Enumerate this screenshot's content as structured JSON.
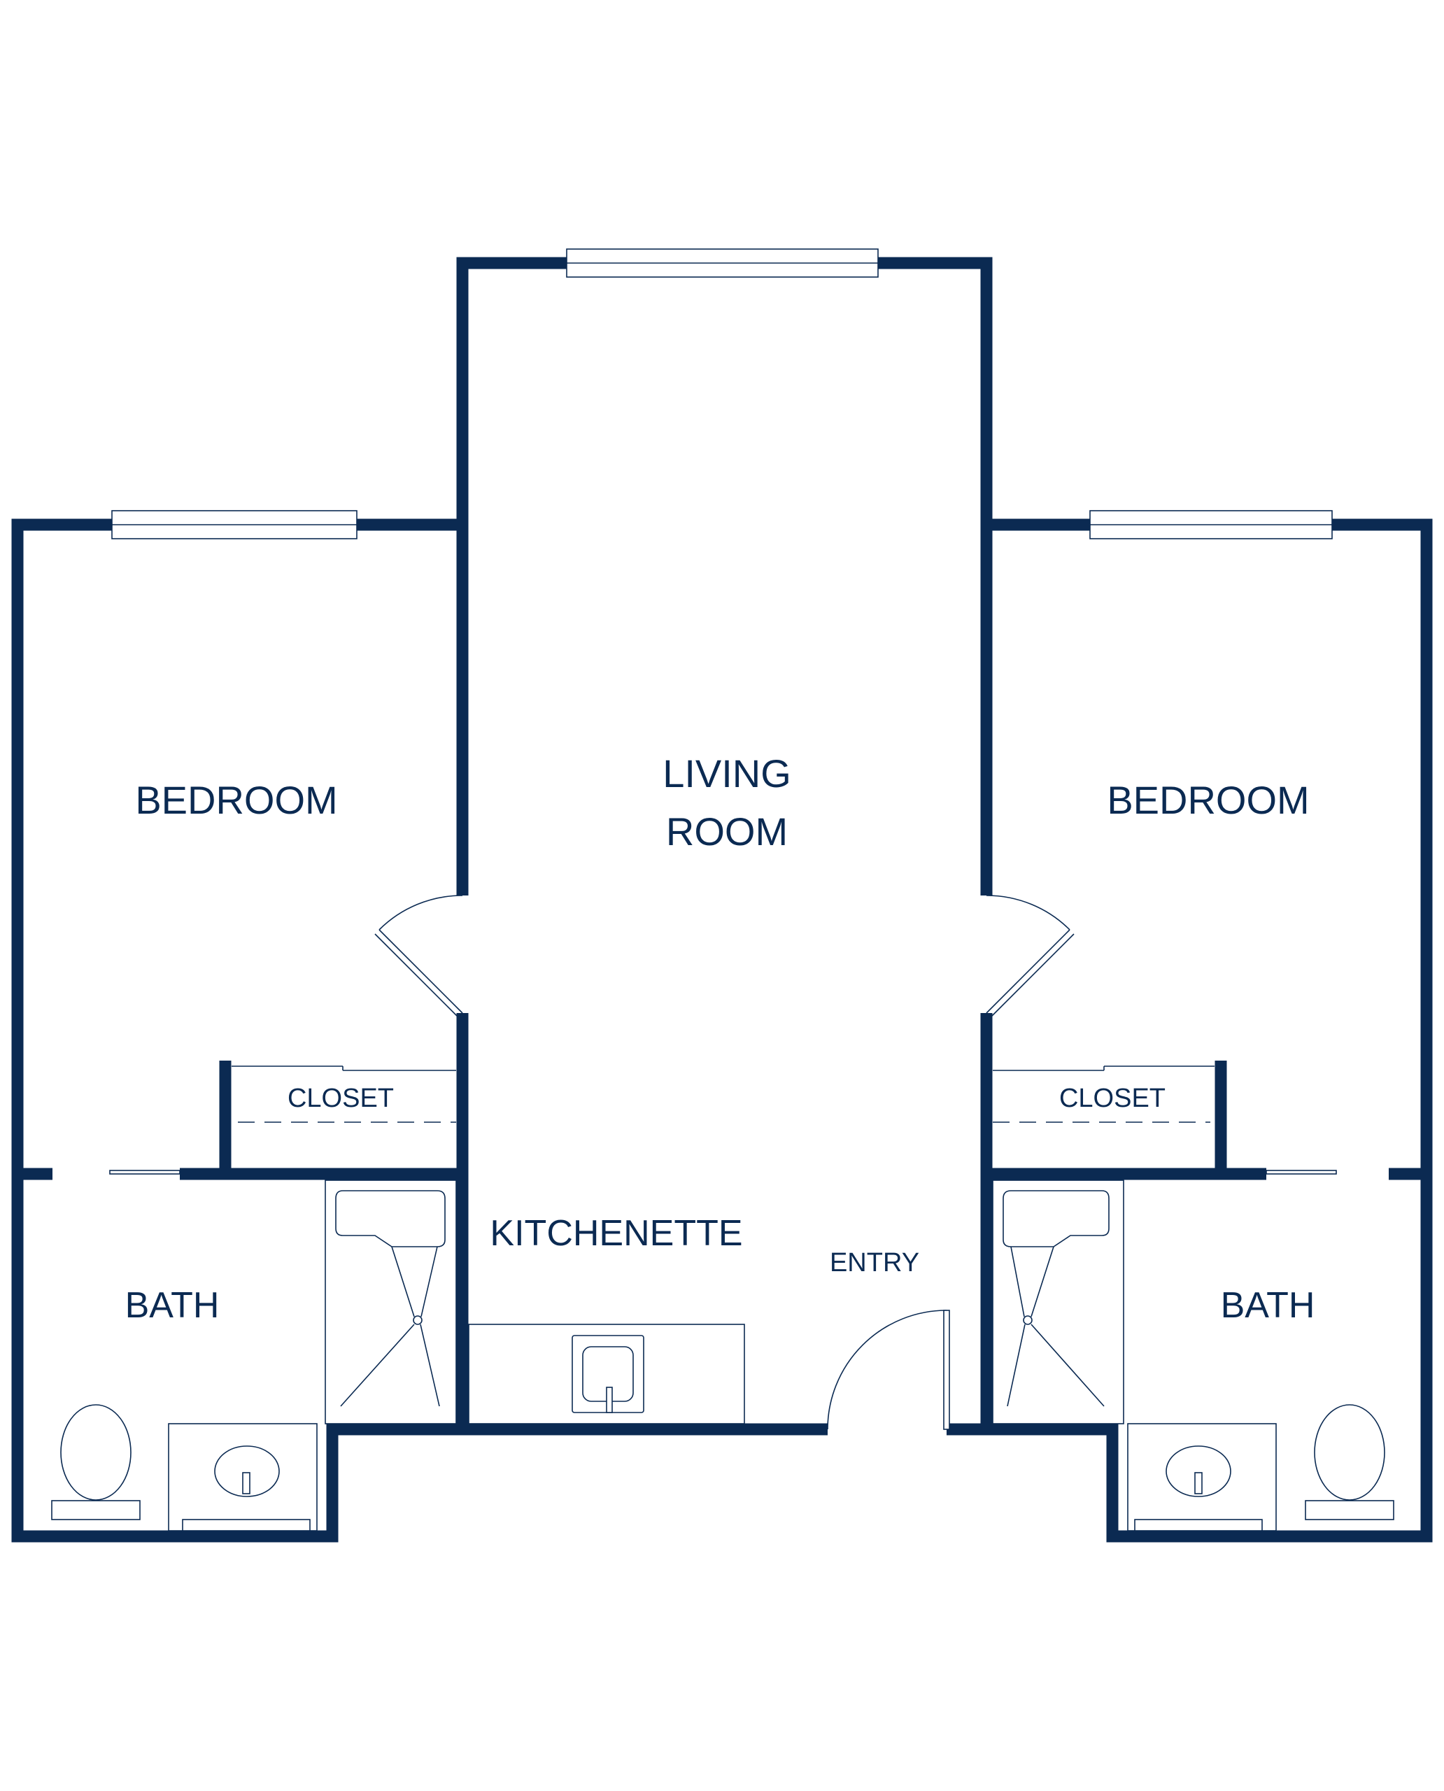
{
  "colors": {
    "wall": "#0b2a52",
    "line": "#0b2a52",
    "background": "#ffffff"
  },
  "rooms": {
    "living_room_line1": "LIVING",
    "living_room_line2": "ROOM",
    "bedroom_left": "BEDROOM",
    "bedroom_right": "BEDROOM",
    "closet_left": "CLOSET",
    "closet_right": "CLOSET",
    "bath_left": "BATH",
    "bath_right": "BATH",
    "kitchenette": "KITCHENETTE",
    "entry": "ENTRY"
  }
}
